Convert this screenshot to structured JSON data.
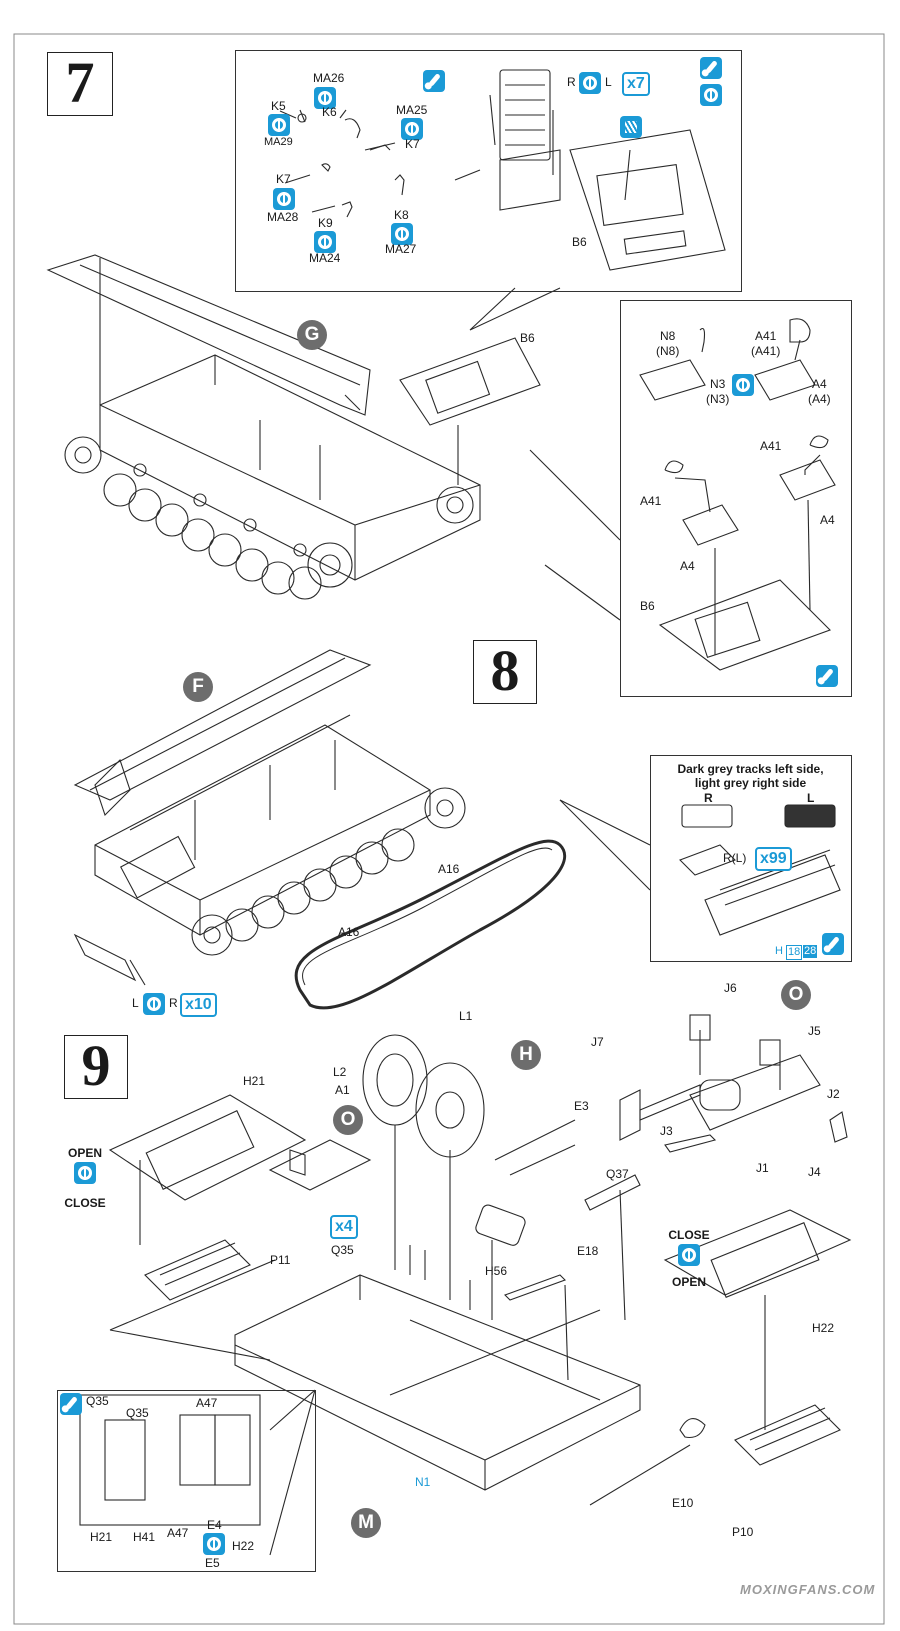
{
  "steps": {
    "step7": "7",
    "step8": "8",
    "step9": "9"
  },
  "parts": {
    "ma26": "MA26",
    "k6": "K6",
    "k5": "K5",
    "ma29": "MA29",
    "ma25": "MA25",
    "k7a": "K7",
    "k7b": "K7",
    "ma28": "MA28",
    "k9": "K9",
    "ma24": "MA24",
    "k8": "K8",
    "ma27": "MA27",
    "r7": "R",
    "l7": "L",
    "b6_top": "B6",
    "b6_mid": "B6",
    "n8": "N8",
    "n8p": "(N8)",
    "n3": "N3",
    "n3p": "(N3)",
    "a41": "A41",
    "a41p": "(A41)",
    "a4": "A4",
    "a4p": "(A4)",
    "a41_l": "A41",
    "a41_r": "A41",
    "a4_l": "A4",
    "a4_r": "A4",
    "b6_low": "B6",
    "a16_a": "A16",
    "a16_b": "A16",
    "track_l": "L",
    "track_r": "R",
    "rl": "R(L)",
    "tr_r": "R",
    "tr_l": "L",
    "h_ref": "H",
    "l1": "L1",
    "l2": "L2",
    "a1": "A1",
    "h21": "H21",
    "e3": "E3",
    "q37": "Q37",
    "q35": "Q35",
    "h56": "H56",
    "e18": "E18",
    "p11": "P11",
    "h22": "H22",
    "j6": "J6",
    "j7": "J7",
    "j5": "J5",
    "j2": "J2",
    "j3": "J3",
    "j1": "J1",
    "j4": "J4",
    "n1": "N1",
    "e10": "E10",
    "p10": "P10",
    "d_q35a": "Q35",
    "d_q35b": "Q35",
    "d_a47a": "A47",
    "d_a47b": "A47",
    "d_h21": "H21",
    "d_h41": "H41",
    "d_e4": "E4",
    "d_h22": "H22",
    "d_e5": "E5"
  },
  "quantities": {
    "x7": "x7",
    "x99": "x99",
    "x10": "x10",
    "x4": "x4",
    "h18": "18",
    "h28": "28"
  },
  "letters": {
    "g": "G",
    "f": "F",
    "o1": "O",
    "h": "H",
    "o2": "O",
    "m": "M"
  },
  "notes": {
    "tracks": "Dark grey tracks left side,\nlight grey right side",
    "open_left": "OPEN",
    "close_left": "CLOSE",
    "close_right": "CLOSE",
    "open_right": "OPEN"
  },
  "watermark": "MOXINGFANS.COM",
  "colors": {
    "accent": "#1b9ad6",
    "letter_badge": "#6d6d6d",
    "ink": "#1a1a1a"
  },
  "icons": [
    "cement-icon",
    "rotate-icon",
    "quantity-badge",
    "paint-stripe-icon"
  ]
}
